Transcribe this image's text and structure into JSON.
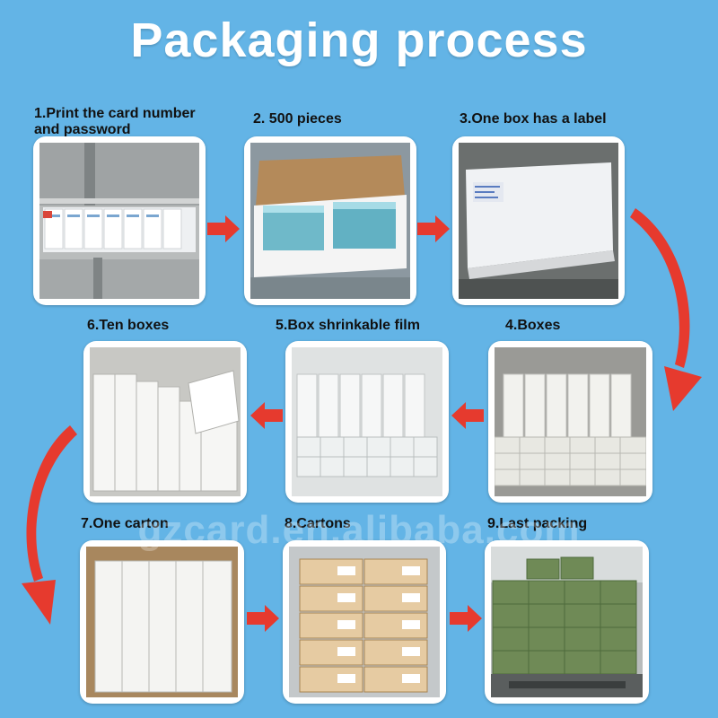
{
  "title": "Packaging process",
  "watermark": "gzcard.en.alibaba.com",
  "colors": {
    "background": "#63b4e6",
    "arrow": "#e63a2e",
    "title": "#ffffff"
  },
  "steps": [
    {
      "label": "1.Print the card number\n   and  password"
    },
    {
      "label": "2.  500 pieces"
    },
    {
      "label": "3.One box has a label"
    },
    {
      "label": "4.Boxes"
    },
    {
      "label": "5.Box shrinkable film"
    },
    {
      "label": "6.Ten boxes"
    },
    {
      "label": "7.One carton"
    },
    {
      "label": "8.Cartons"
    },
    {
      "label": "9.Last packing"
    }
  ],
  "arrow_icon": "red-arrow-icon"
}
